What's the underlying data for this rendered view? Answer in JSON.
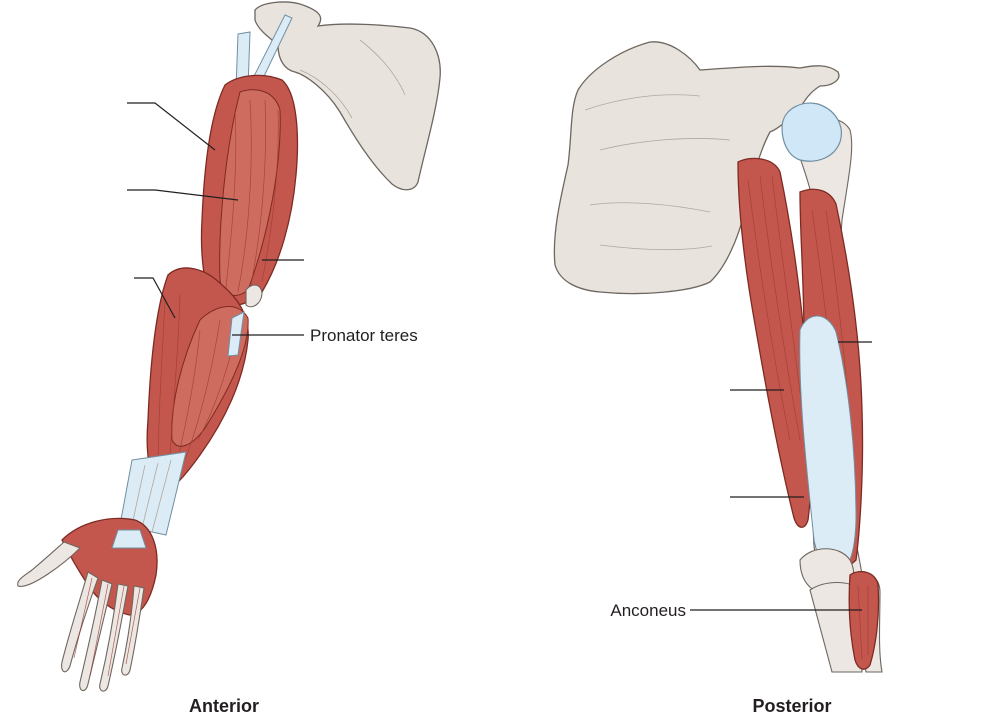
{
  "labels": {
    "pronator_teres": "Pronator teres",
    "anconeus": "Anconeus"
  },
  "captions": {
    "anterior": "Anterior",
    "posterior": "Posterior"
  },
  "colors": {
    "muscle": "#c4574d",
    "bone": "#e9e3dd",
    "tendon": "#dcecf6",
    "leader": "#231f20"
  }
}
